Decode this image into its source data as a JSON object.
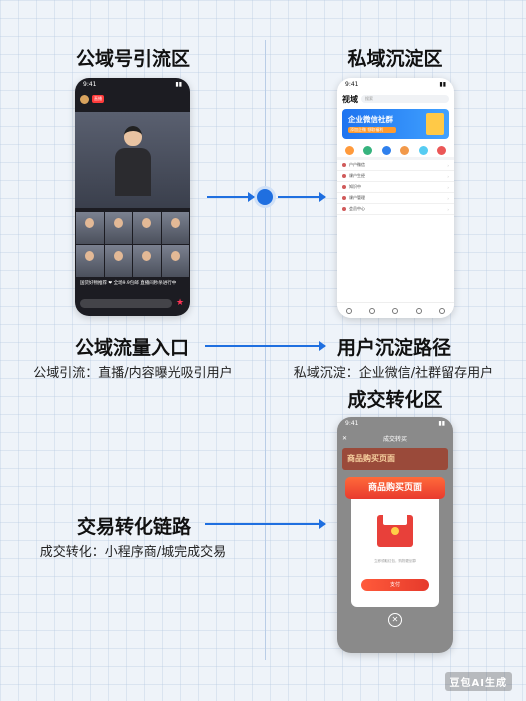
{
  "zones": {
    "public": {
      "title": "公域号引流区"
    },
    "private": {
      "title": "私域沉淀区"
    },
    "conversion": {
      "title": "成交转化区"
    }
  },
  "labels": {
    "public_entry": {
      "title": "公域流量入口",
      "sub": "公域引流：直播/内容曝光吸引用户"
    },
    "user_path": {
      "title": "用户沉淀路径",
      "sub": "私域沉淀：企业微信/社群留存用户"
    },
    "transaction": {
      "title": "交易转化链路",
      "sub": "成交转化：小程序商/城完成交易"
    }
  },
  "phone_public": {
    "time": "9:41",
    "live_badge": "直播",
    "caption": "国货好物推荐 ❤ 全场9.9包邮 直播间秒杀进行中"
  },
  "phone_private": {
    "time": "9:41",
    "app_title": "视域",
    "search_placeholder": "搜索",
    "banner_title": "企业微信社群",
    "banner_sub": "添加企微 领取福利",
    "rows": [
      "户户微信",
      "课户生经",
      "知识中",
      "课户管理",
      "会员中心"
    ]
  },
  "phone_conversion": {
    "time": "9:41",
    "header": "成交转买",
    "bg_banner": "商品购买页面",
    "modal_title": "商品购买页面",
    "modal_note": "立即领取红包，购物更划算",
    "pay_button": "支付",
    "close": "✕"
  },
  "colors": {
    "accent": "#1f6fe0",
    "red": "#e93a2e"
  },
  "watermark": "豆包AI生成"
}
